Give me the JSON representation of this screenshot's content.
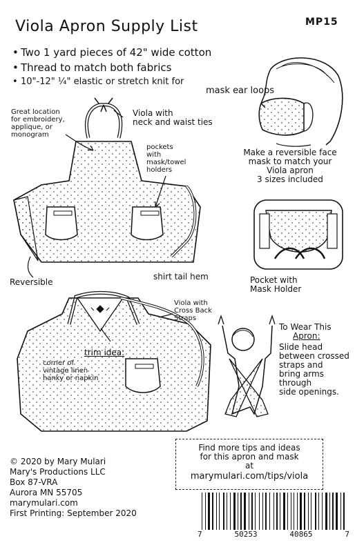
{
  "header": {
    "title": "Viola Apron Supply List",
    "code": "MP15"
  },
  "supplies": [
    "Two 1 yard pieces of 42\" wide cotton",
    "Thread to match both fabrics",
    "10\"-12\" ¼\" elastic or stretch knit for"
  ],
  "supplies_cont": "mask ear loops",
  "apron1": {
    "great_location": [
      "Great location",
      "for embroidery,",
      "applique, or",
      "monogram"
    ],
    "neck_ties": [
      "Viola with",
      "neck and waist ties"
    ],
    "pockets": [
      "pockets",
      "with",
      "mask/towel",
      "holders"
    ],
    "reversible": "Reversible",
    "shirt_tail": "shirt tail hem"
  },
  "mask_caption": [
    "Make a reversible face",
    "mask to match your",
    "Viola apron",
    "3 sizes included"
  ],
  "pocket_caption": [
    "Pocket with",
    "Mask Holder"
  ],
  "apron2": {
    "cross_back": [
      "Viola with",
      "Cross Back",
      "Straps"
    ],
    "trim_title": "trim idea:",
    "trim_text": [
      "corner of",
      "vintage linen",
      "hanky or napkin"
    ]
  },
  "wear": {
    "title": [
      "To Wear This",
      "Apron:"
    ],
    "text": [
      "Slide head",
      "between crossed",
      "straps and",
      "bring arms",
      "through",
      "side openings."
    ]
  },
  "promo": {
    "line1": "Find more tips and ideas",
    "line2": "for this apron and mask",
    "line3": "at",
    "url": "marymulari.com/tips/viola"
  },
  "copyright": [
    "© 2020 by Mary Mulari",
    "Mary's Productions LLC",
    "Box 87-VRA",
    "Aurora MN 55705",
    "marymulari.com",
    "First Printing: September 2020"
  ],
  "barcode": {
    "digits": [
      "7",
      "50253",
      "40865",
      "7"
    ]
  }
}
